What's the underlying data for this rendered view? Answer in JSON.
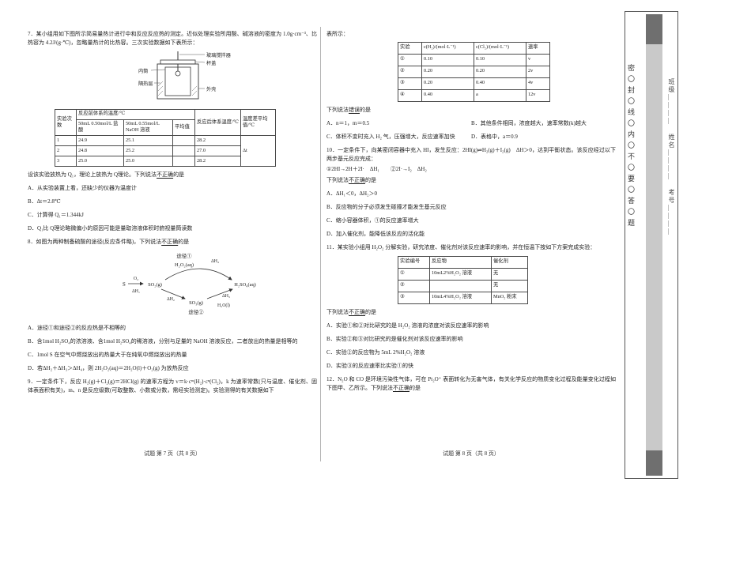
{
  "left_page": {
    "q7": {
      "intro": "7．某小组用如下图所示简易量热计进行中和反应反应热的测定。近似处理实验所用酸、碱溶液的密度为 1.0g·cm⁻³、比热容为 4.2J/(g·℃)，忽略量热计的比热容。三次实验数据如下表所示：",
      "diagram": {
        "stirrer": "玻璃搅拌器",
        "lid": "杯盖",
        "shell": "外壳",
        "inner": "内筒",
        "insulation": "隔热层"
      },
      "table": {
        "h_exp": "实验次数",
        "h_before": "反应前体系的温度/℃",
        "h_hcl": "50mL 0.50mol/L 盐酸",
        "h_naoh": "50mL 0.55mol/L NaOH 溶液",
        "h_avg": "平均值",
        "h_after": "反应后体系温度/℃",
        "h_dt": "温度差平均值/℃",
        "dt": "Δt",
        "rows": [
          {
            "no": "1",
            "hcl": "24.9",
            "naoh": "25.1",
            "avg": "",
            "after": "28.2"
          },
          {
            "no": "2",
            "hcl": "24.8",
            "naoh": "25.2",
            "avg": "",
            "after": "27.0"
          },
          {
            "no": "3",
            "hcl": "25.0",
            "naoh": "25.0",
            "avg": "",
            "after": "28.2"
          }
        ]
      },
      "stem_before": "设该实验放热为 Q₁，理论上放热为 Q理论。下列说法",
      "stem_emph": "不正确",
      "stem_after": "的是",
      "opt_a": "A．从实验装置上看，还缺少的仪器为温度计",
      "opt_b": "B．Δt＝2.8℃",
      "opt_c": "C．计算得 Q₁＝1.344kJ",
      "opt_d": "D．Q₁比 Q理论略微偏小的原因可能是量取溶液体积时俯视量筒读数"
    },
    "q8": {
      "stem_before": "8．如图为两种制备硫酸的途径(反应条件略)，下列说法",
      "stem_emph": "不正确",
      "stem_after": "的是",
      "diagram": {
        "route1": "途径①",
        "route2": "途径②",
        "h2o2": "H₂O₂(aq)",
        "s": "S",
        "o2": "O₂",
        "dh1": "ΔH₁",
        "so2": "SO₂(g)",
        "dh4": "ΔH₄",
        "dh2": "ΔH₂",
        "so3": "SO₃(g)",
        "dh3": "ΔH₃",
        "h2o": "H₂O(l)",
        "h2so4": "H₂SO₄(aq)"
      },
      "opt_a": "A．途径①和途径②的反应热是不相等的",
      "opt_b": "B．含1mol H₂SO₄的浓溶液、含1mol H₂SO₄的稀溶液，分别与足量的 NaOH 溶液反应，二者放出的热量是相等的",
      "opt_c": "C．1mol S 在空气中燃烧放出的热量大于在纯氧中燃烧放出的热量",
      "opt_d": "D．若ΔH₂＋ΔH₃＞ΔH₄，则 2H₂O₂(aq)＝2H₂O(l)＋O₂(g) 为放热反应"
    },
    "q9": {
      "text": "9．一定条件下，反应 H₂(g)＋Cl₂(g)＝2HCl(g) 的速率方程为 v＝k·cᵐ(H₂)·cⁿ(Cl₂)，k 为速率常数(只与温度、催化剂、固体表面积有关)，m、n 是反应级数(可取整数、小数或分数，需经实验测定)。实验测得的有关数据如下"
    },
    "footer": "试题  第 7 页（共 8 页）"
  },
  "right_page": {
    "cont": "表所示：",
    "t1": {
      "h_exp": "实验",
      "h_ch2": "c(H₂)/(mol·L⁻¹)",
      "h_ccl2": "c(Cl₂)/(mol·L⁻¹)",
      "h_rate": "速率",
      "rows": [
        {
          "no": "①",
          "ch2": "0.10",
          "ccl2": "0.10",
          "rate": "v"
        },
        {
          "no": "②",
          "ch2": "0.20",
          "ccl2": "0.20",
          "rate": "2v"
        },
        {
          "no": "③",
          "ch2": "0.20",
          "ccl2": "0.40",
          "rate": "4v"
        },
        {
          "no": "④",
          "ch2": "0.40",
          "ccl2": "a",
          "rate": "12v"
        }
      ]
    },
    "q9_stem_before": "下列说法",
    "q9_stem_emph": "错误",
    "q9_stem_after": "的是",
    "q9_opt_a": "A．n＝1，m＝0.5",
    "q9_opt_b": "B．其他条件相同，浓度越大，速率常数(k)越大",
    "q9_opt_c": "C．体积不变时充入 H₂ 气，压强增大，反应速率加快",
    "q9_opt_d": "D．表格中，a＝0.9",
    "q10": {
      "text": "10．一定条件下，向某密闭容器中充入 HI，发生反应：2HI(g)⇌H₂(g)＋I₂(g)　ΔH＞0，达到平衡状态。该反应经过以下两步基元反应完成：",
      "steps": "①2HI→2H＋2I·　ΔH₁　　②2I·→I₂　ΔH₂",
      "stem_before": "下列说法",
      "stem_emph": "不正确",
      "stem_after": "的是",
      "opt_a": "A．ΔH₁＜0，ΔH₂＞0",
      "opt_b": "B．反应物的分子必须发生碰撞才能发生基元反应",
      "opt_c": "C．缩小容器体积，①的反应速率增大",
      "opt_d": "D．加入催化剂，能降低该反应的活化能"
    },
    "q11": {
      "text": "11．某实验小组用 H₂O₂ 分解实验，研究浓度、催化剂对该反应速率的影响，并在恒温下按如下方案完成实验：",
      "t2": {
        "h_no": "实验编号",
        "h_react": "反应物",
        "h_cat": "催化剂",
        "rows": [
          {
            "no": "①",
            "react": "10mL2%H₂O₂ 溶液",
            "cat": "无"
          },
          {
            "no": "②",
            "react": "",
            "cat": "无"
          },
          {
            "no": "③",
            "react": "10mL4%H₂O₂ 溶液",
            "cat": "MnO₂ 粉末"
          }
        ]
      },
      "stem_before": "下列说法",
      "stem_emph": "不正确",
      "stem_after": "的是",
      "opt_a": "A．实验①和②对比研究的是 H₂O₂ 溶液的浓度对该反应速率的影响",
      "opt_b": "B．实验②和③对比研究的是催化剂对该反应速率的影响",
      "opt_c": "C．实验②的反应物为 5mL 2%H₂O₂ 溶液",
      "opt_d": "D．实验③的反应速率比实验①的快"
    },
    "q12": {
      "stem_before": "12．N₂O 和 CO 是环境污染性气体，可在 Pt₂O⁺ 表面转化为无害气体，有关化学反应的物质变化过程及能量变化过程如下图甲、乙所示。下列说法",
      "stem_emph": "不正确",
      "stem_after": "的是"
    },
    "footer": "试题  第 8 页（共 8 页）"
  },
  "binding": {
    "seal_text": "密〇封〇线〇内〇不〇要〇答〇题",
    "info_text": "班级＿＿＿＿　姓名＿＿＿＿　考号＿＿＿＿"
  }
}
